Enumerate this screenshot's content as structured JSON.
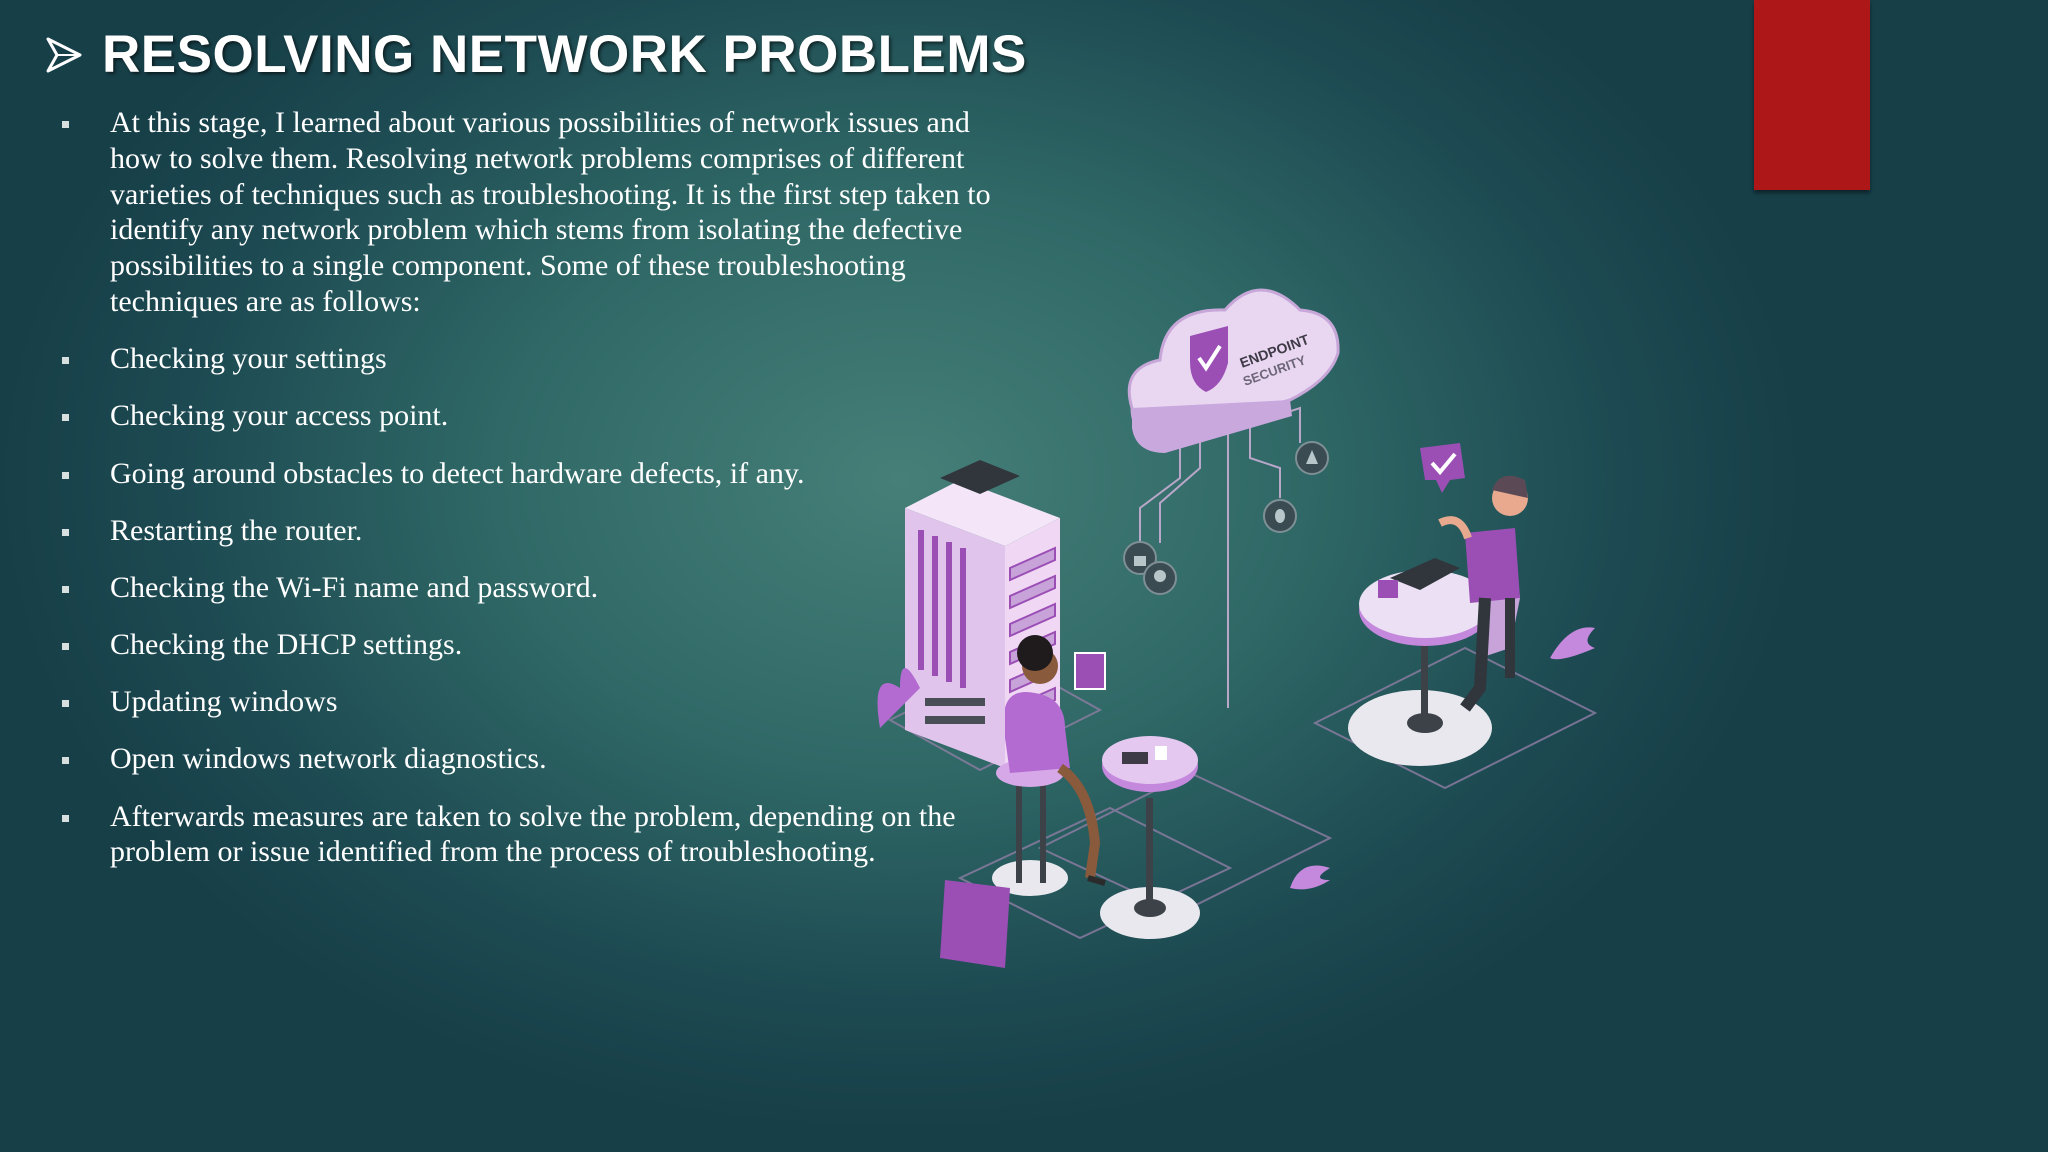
{
  "slide": {
    "title": "RESOLVING NETWORK PROBLEMS",
    "accent_color": "#ad1717",
    "title_icon": "arrow-right-icon"
  },
  "bullets": [
    "At this stage, I learned about various possibilities of network issues and how to solve them. Resolving network problems comprises of different varieties of techniques such as troubleshooting. It is the first step taken to identify any network problem which stems from isolating the defective possibilities to a single component. Some of these troubleshooting techniques are as follows:",
    "Checking your settings",
    "Checking your access point.",
    "Going around obstacles to detect hardware defects, if any.",
    "Restarting the router.",
    "Checking the Wi-Fi name and password.",
    "Checking the DHCP settings.",
    "Updating windows",
    "Open windows network diagnostics.",
    "Afterwards measures are taken to solve the problem, depending on the problem or issue identified from the process of troubleshooting."
  ],
  "illustration": {
    "cloud_label_line1": "ENDPOINT",
    "cloud_label_line2": "SECURITY",
    "theme_color": "#9b4fb5"
  }
}
